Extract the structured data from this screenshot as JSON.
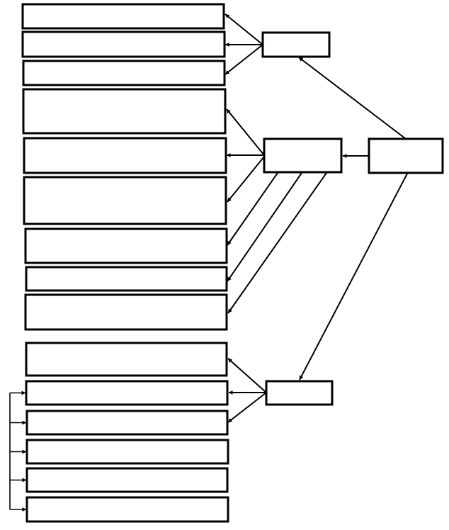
{
  "diagram": {
    "kind": "block diagram",
    "stroke_color": "#000000",
    "background_color": "#ffffff",
    "nodes": [
      {
        "id": "root",
        "text": ""
      },
      {
        "id": "group-1",
        "text": ""
      },
      {
        "id": "group-2",
        "text": ""
      },
      {
        "id": "group-3",
        "text": ""
      },
      {
        "id": "g1-item-1",
        "text": ""
      },
      {
        "id": "g1-item-2",
        "text": ""
      },
      {
        "id": "g1-item-3",
        "text": ""
      },
      {
        "id": "g2-item-1",
        "text": ""
      },
      {
        "id": "g2-item-2",
        "text": ""
      },
      {
        "id": "g2-item-3",
        "text": ""
      },
      {
        "id": "g2-item-4",
        "text": ""
      },
      {
        "id": "g2-item-5",
        "text": ""
      },
      {
        "id": "g2-item-6",
        "text": ""
      },
      {
        "id": "g3-item-1",
        "text": ""
      },
      {
        "id": "g3-item-2",
        "text": ""
      },
      {
        "id": "g3-item-3",
        "text": ""
      },
      {
        "id": "g3-sub-1",
        "text": ""
      },
      {
        "id": "g3-sub-2",
        "text": ""
      },
      {
        "id": "g3-sub-3",
        "text": ""
      }
    ],
    "edges": [
      {
        "from": "root",
        "to": "group-1"
      },
      {
        "from": "root",
        "to": "group-2"
      },
      {
        "from": "root",
        "to": "group-3"
      },
      {
        "from": "group-1",
        "to": "g1-item-1"
      },
      {
        "from": "group-1",
        "to": "g1-item-2"
      },
      {
        "from": "group-1",
        "to": "g1-item-3"
      },
      {
        "from": "group-2",
        "to": "g2-item-1"
      },
      {
        "from": "group-2",
        "to": "g2-item-2"
      },
      {
        "from": "group-2",
        "to": "g2-item-3"
      },
      {
        "from": "group-2",
        "to": "g2-item-4"
      },
      {
        "from": "group-2",
        "to": "g2-item-5"
      },
      {
        "from": "group-2",
        "to": "g2-item-6"
      },
      {
        "from": "group-3",
        "to": "g3-item-1"
      },
      {
        "from": "group-3",
        "to": "g3-item-2"
      },
      {
        "from": "group-3",
        "to": "g3-item-3"
      },
      {
        "from": "g3-item-2",
        "to": "g3-item-3"
      },
      {
        "from": "g3-item-2",
        "to": "g3-sub-1"
      },
      {
        "from": "g3-item-2",
        "to": "g3-sub-2"
      },
      {
        "from": "g3-item-2",
        "to": "g3-sub-3"
      }
    ]
  }
}
